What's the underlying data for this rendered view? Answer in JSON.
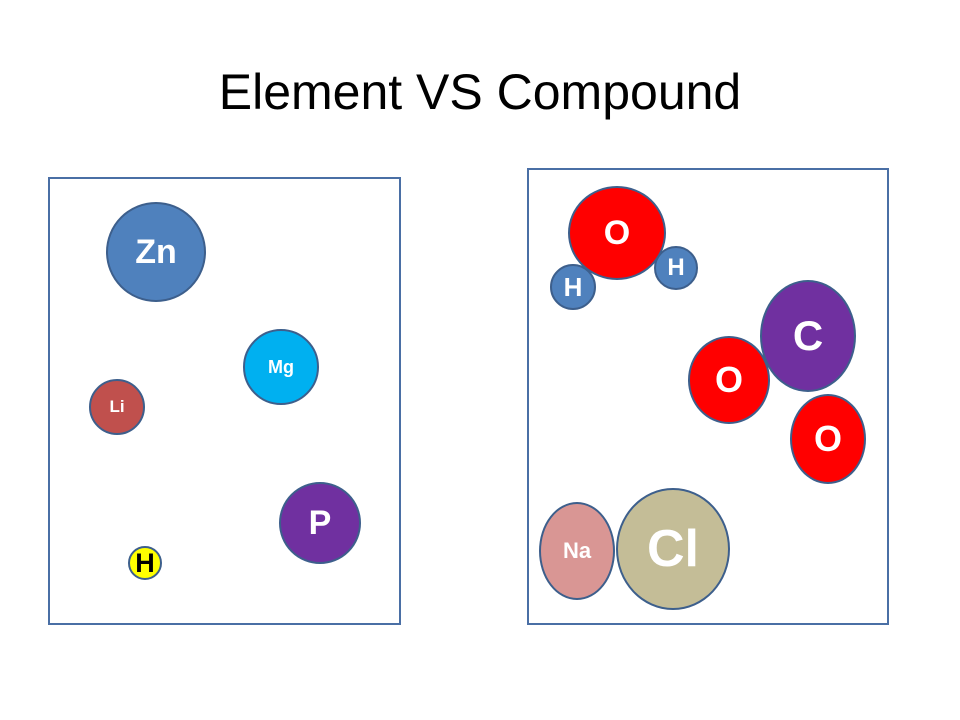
{
  "title": "Element VS Compound",
  "elements_box": {
    "atoms": [
      {
        "symbol": "Zn",
        "color": "#4f81bd"
      },
      {
        "symbol": "Mg",
        "color": "#00b0f0"
      },
      {
        "symbol": "Li",
        "color": "#c0504d"
      },
      {
        "symbol": "P",
        "color": "#7030a0"
      },
      {
        "symbol": "H",
        "color": "#ffff00"
      }
    ]
  },
  "compounds_box": {
    "atoms": [
      {
        "symbol": "O",
        "color": "#ff0000"
      },
      {
        "symbol": "H",
        "color": "#4f81bd"
      },
      {
        "symbol": "H",
        "color": "#4f81bd"
      },
      {
        "symbol": "C",
        "color": "#7030a0"
      },
      {
        "symbol": "O",
        "color": "#ff0000"
      },
      {
        "symbol": "O",
        "color": "#ff0000"
      },
      {
        "symbol": "Na",
        "color": "#d99694"
      },
      {
        "symbol": "Cl",
        "color": "#c4bd97"
      }
    ]
  }
}
